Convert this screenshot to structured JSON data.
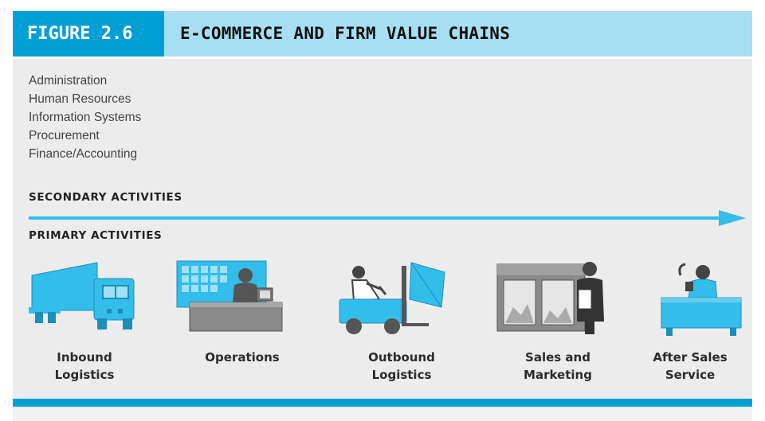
{
  "figure": {
    "number": "FIGURE 2.6",
    "title": "E-COMMERCE AND FIRM VALUE CHAINS"
  },
  "secondary": {
    "items": [
      "Administration",
      "Human Resources",
      "Information Systems",
      "Procurement",
      "Finance/Accounting"
    ],
    "heading": "SECONDARY ACTIVITIES"
  },
  "primary": {
    "heading": "PRIMARY ACTIVITIES",
    "activities": [
      {
        "line1": "Inbound",
        "line2": "Logistics",
        "icon": "truck-icon"
      },
      {
        "line1": "Operations",
        "line2": "",
        "icon": "factory-worker-icon"
      },
      {
        "line1": "Outbound",
        "line2": "Logistics",
        "icon": "forklift-icon"
      },
      {
        "line1": "Sales and",
        "line2": "Marketing",
        "icon": "salesperson-icon"
      },
      {
        "line1": "After Sales",
        "line2": "Service",
        "icon": "service-desk-icon"
      }
    ]
  },
  "colors": {
    "accent": "#009fd4",
    "accent_light": "#a8def2",
    "icon_blue": "#33bdea",
    "figure_gray": "#8a8a8a",
    "panel": "#ececec"
  }
}
